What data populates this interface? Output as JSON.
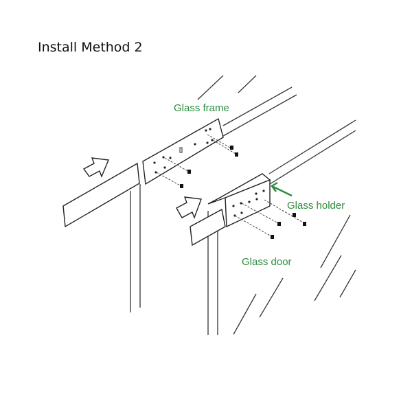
{
  "title": "Install Method 2",
  "labels": {
    "glass_frame": "Glass frame",
    "glass_holder": "Glass holder",
    "glass_door": "Glass door"
  },
  "colors": {
    "label": "#2e8b3e",
    "line": "#333333"
  }
}
